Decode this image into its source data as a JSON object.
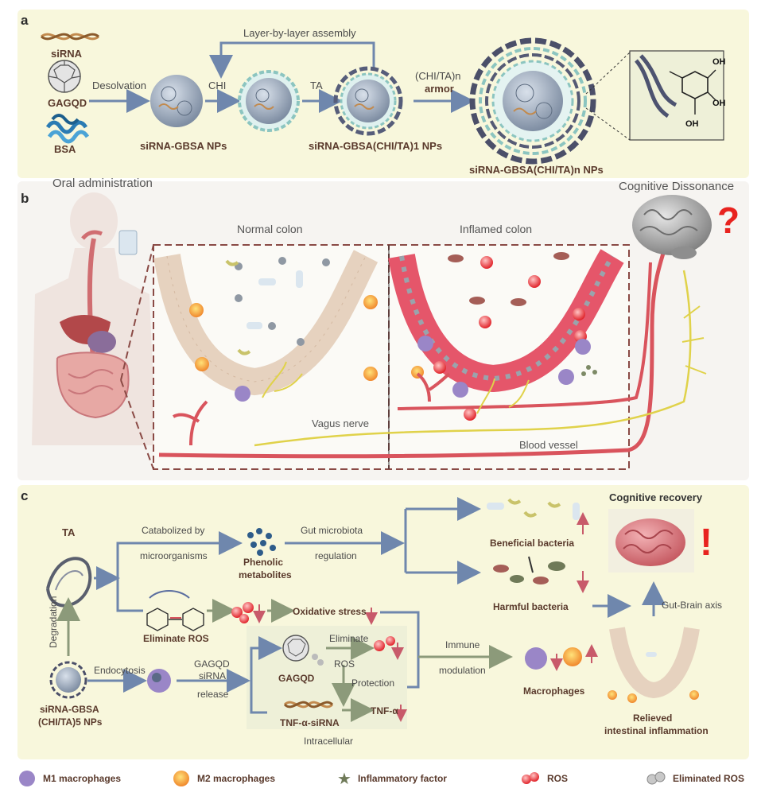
{
  "panel_a": {
    "label": "a",
    "inputs": {
      "sirna": "siRNA",
      "gagqd": "GAGQD",
      "bsa": "BSA"
    },
    "desolvation": "Desolvation",
    "chi": "CHI",
    "ta": "TA",
    "lbl_assembly": "Layer-by-layer assembly",
    "armor_top": "(CHI/TA)n",
    "armor": "armor",
    "np1": "siRNA-GBSA NPs",
    "np2": "siRNA-GBSA(CHI/TA)1 NPs",
    "np3": "siRNA-GBSA(CHI/TA)n NPs",
    "oh": "OH"
  },
  "panel_b": {
    "label": "b",
    "oral": "Oral administration",
    "cognitive": "Cognitive Dissonance",
    "question": "?",
    "normal": "Normal colon",
    "inflamed": "Inflamed colon",
    "vagus": "Vagus nerve",
    "blood": "Blood vessel",
    "ros": "ROS"
  },
  "panel_c": {
    "label": "c",
    "ta": "TA",
    "degradation": "Degradation",
    "catabolized_1": "Catabolized by",
    "catabolized_2": "microorganisms",
    "phenolic_1": "Phenolic",
    "phenolic_2": "metabolites",
    "gut_1": "Gut microbiota",
    "gut_2": "regulation",
    "beneficial": "Beneficial bacteria",
    "harmful": "Harmful bacteria",
    "cog_recovery": "Cognitive recovery",
    "exclaim": "!",
    "gut_brain": "Gut-Brain axis",
    "eliminate_ros": "Eliminate ROS",
    "oxidative": "Oxidative stress",
    "np_1": "siRNA-GBSA",
    "np_2": "(CHI/TA)5 NPs",
    "endocytosis": "Endocytosis",
    "release_1": "GAGQD",
    "release_2": "siRNA",
    "release_3": "release",
    "gagqd": "GAGQD",
    "eliminate_1": "Eliminate",
    "eliminate_2": "ROS",
    "protection": "Protection",
    "tnf": "TNF-α",
    "tnf_sirna": "TNF-α-siRNA",
    "intracellular": "Intracellular",
    "immune_1": "Immune",
    "immune_2": "modulation",
    "macrophages": "Macrophages",
    "relieved_1": "Relieved",
    "relieved_2": "intestinal inflammation"
  },
  "legend": {
    "m1": "M1 macrophages",
    "m2": "M2 macrophages",
    "inflam": "Inflammatory factor",
    "ros": "ROS",
    "elim": "Eliminated ROS"
  },
  "colors": {
    "panel_bg": "#f8f7dc",
    "arrow": "#6f87ad",
    "blood": "#d9545d",
    "nerve": "#e0d24a",
    "title_brown": "#5a3a2c",
    "red_mark": "#e8231f"
  }
}
